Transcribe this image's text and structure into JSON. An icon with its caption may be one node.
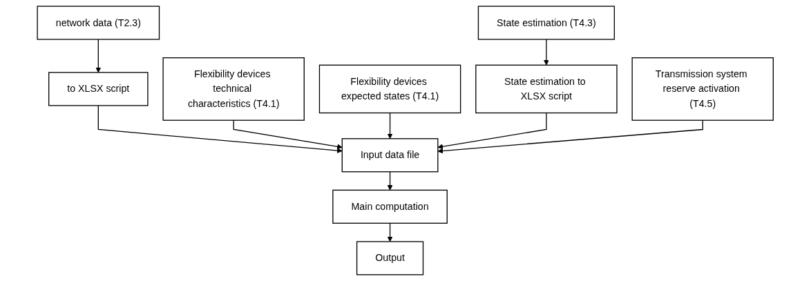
{
  "diagram": {
    "nodes": [
      {
        "text": [
          "network data (T2.3)"
        ]
      },
      {
        "text": [
          "Flexibility devices technical characteristics (T4.1)"
        ]
      },
      {
        "text": [
          "Flexibility devices expected states (T4.1)"
        ]
      },
      {
        "text": [
          "State estimation (T4.3)"
        ]
      },
      {
        "text": [
          "Transmission system reserve activation (T4.5)"
        ]
      },
      {
        "text": [
          "to XLSX script"
        ]
      },
      {
        "text": [
          "State estimation to XLSX script"
        ]
      },
      {
        "text": [
          "Input data file"
        ]
      },
      {
        "text": [
          "Main computation"
        ]
      },
      {
        "text": [
          "Output"
        ]
      }
    ],
    "edges": [
      {
        "from": 0,
        "to": 5,
        "arrow": "to"
      },
      {
        "from": 3,
        "to": 6,
        "arrow": "to"
      },
      {
        "from": 5,
        "to": 7,
        "arrow": "to"
      },
      {
        "from": 1,
        "to": 7,
        "arrow": "to"
      },
      {
        "from": 2,
        "to": 7,
        "arrow": "to"
      },
      {
        "from": 6,
        "to": 7,
        "arrow": "to"
      },
      {
        "from": 4,
        "to": 7,
        "arrow": "to"
      },
      {
        "from": 7,
        "to": 8,
        "arrow": "to"
      },
      {
        "from": 8,
        "to": 9,
        "arrow": "to"
      }
    ]
  }
}
